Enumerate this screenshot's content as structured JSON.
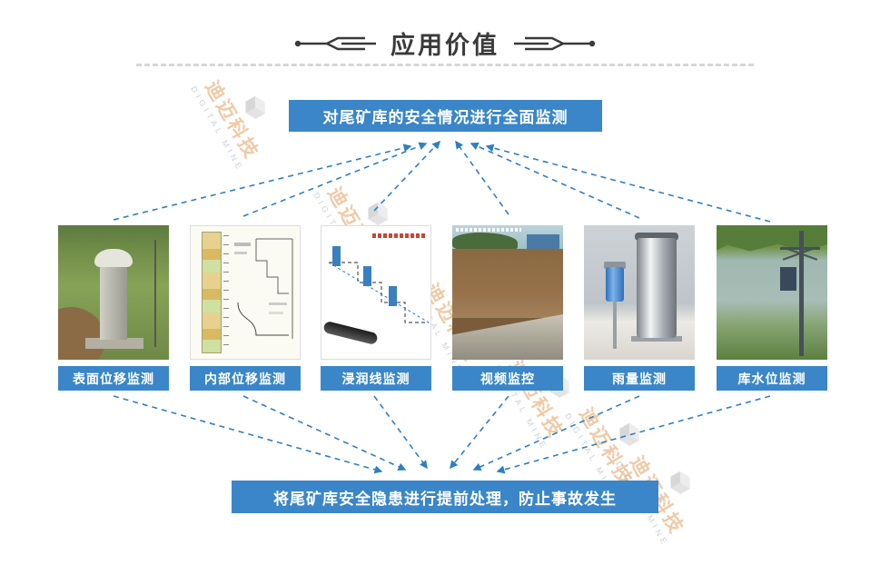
{
  "title": "应用价值",
  "top_banner": {
    "text": "对尾矿库的安全情况进行全面监测"
  },
  "bottom_banner": {
    "text": "将尾矿库安全隐患进行提前处理，防止事故发生"
  },
  "monitors": [
    {
      "label": "表面位移监测",
      "image": "surface-displacement-monument-photo"
    },
    {
      "label": "内部位移监测",
      "image": "internal-displacement-borehole-diagram"
    },
    {
      "label": "浸润线监测",
      "image": "phreatic-line-layout-diagram"
    },
    {
      "label": "视频监控",
      "image": "tailings-pond-video-still"
    },
    {
      "label": "雨量监测",
      "image": "rain-gauge-photo"
    },
    {
      "label": "库水位监测",
      "image": "reservoir-water-level-photo"
    }
  ],
  "watermark": {
    "cn": "迪迈科技",
    "en": "DIGITAL MINE"
  },
  "colors": {
    "banner_blue": "#3a86c8",
    "arrow_blue": "#2e7fc2",
    "title_color": "#3a3a3a"
  }
}
